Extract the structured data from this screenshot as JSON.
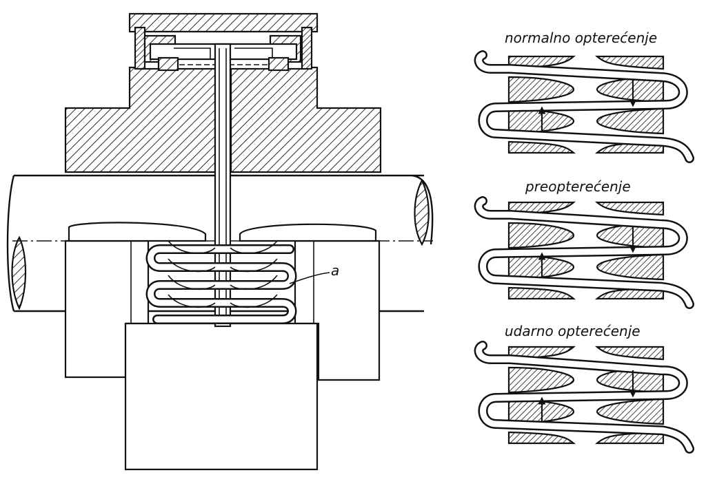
{
  "diagram": {
    "part_label": "a",
    "states": [
      {
        "id": "normal",
        "title": "normalno  opterećenje"
      },
      {
        "id": "overload",
        "title": "preopterećenje"
      },
      {
        "id": "impact",
        "title": "udarno  opterećenje"
      }
    ]
  },
  "colors": {
    "ink": "#111111",
    "paper": "#ffffff"
  }
}
